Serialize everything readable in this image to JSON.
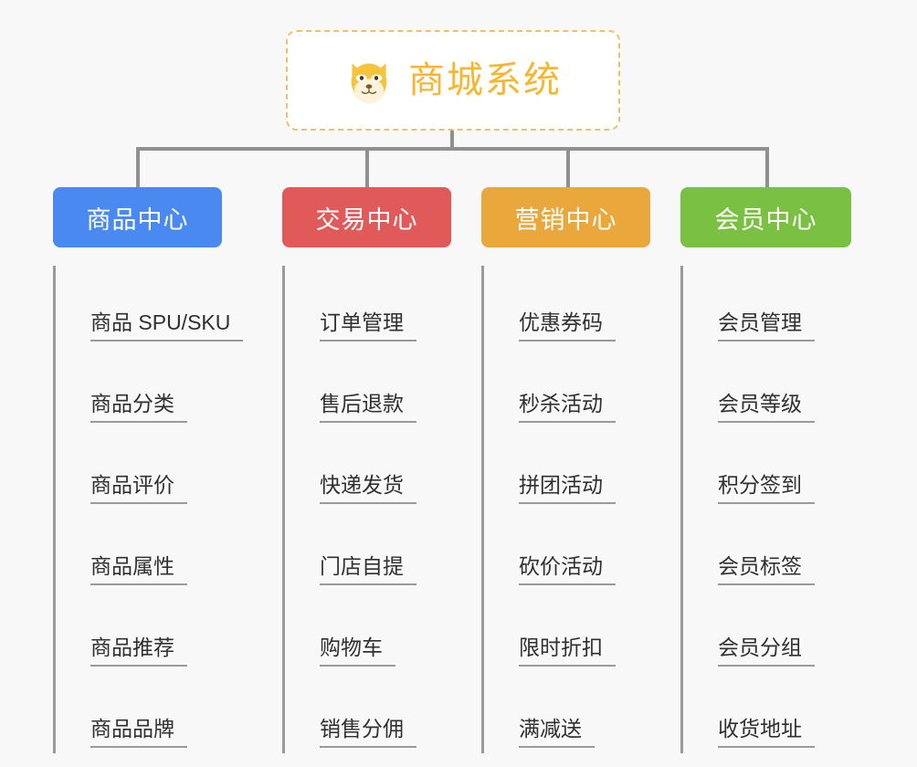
{
  "diagram": {
    "title": "商城系统",
    "icon": "shiba-dog-icon",
    "background_color": "#f8f8f8",
    "root_accent_color": "#f5b731",
    "connector_color": "#909090",
    "columns": [
      {
        "name": "商品中心",
        "color": "#4a89f0",
        "items": [
          "商品 SPU/SKU",
          "商品分类",
          "商品评价",
          "商品属性",
          "商品推荐",
          "商品品牌"
        ]
      },
      {
        "name": "交易中心",
        "color": "#e15a5a",
        "items": [
          "订单管理",
          "售后退款",
          "快递发货",
          "门店自提",
          "购物车",
          "销售分佣"
        ]
      },
      {
        "name": "营销中心",
        "color": "#eaa83c",
        "items": [
          "优惠券码",
          "秒杀活动",
          "拼团活动",
          "砍价活动",
          "限时折扣",
          "满减送"
        ]
      },
      {
        "name": "会员中心",
        "color": "#7ac143",
        "items": [
          "会员管理",
          "会员等级",
          "积分签到",
          "会员标签",
          "会员分组",
          "收货地址"
        ]
      }
    ]
  }
}
